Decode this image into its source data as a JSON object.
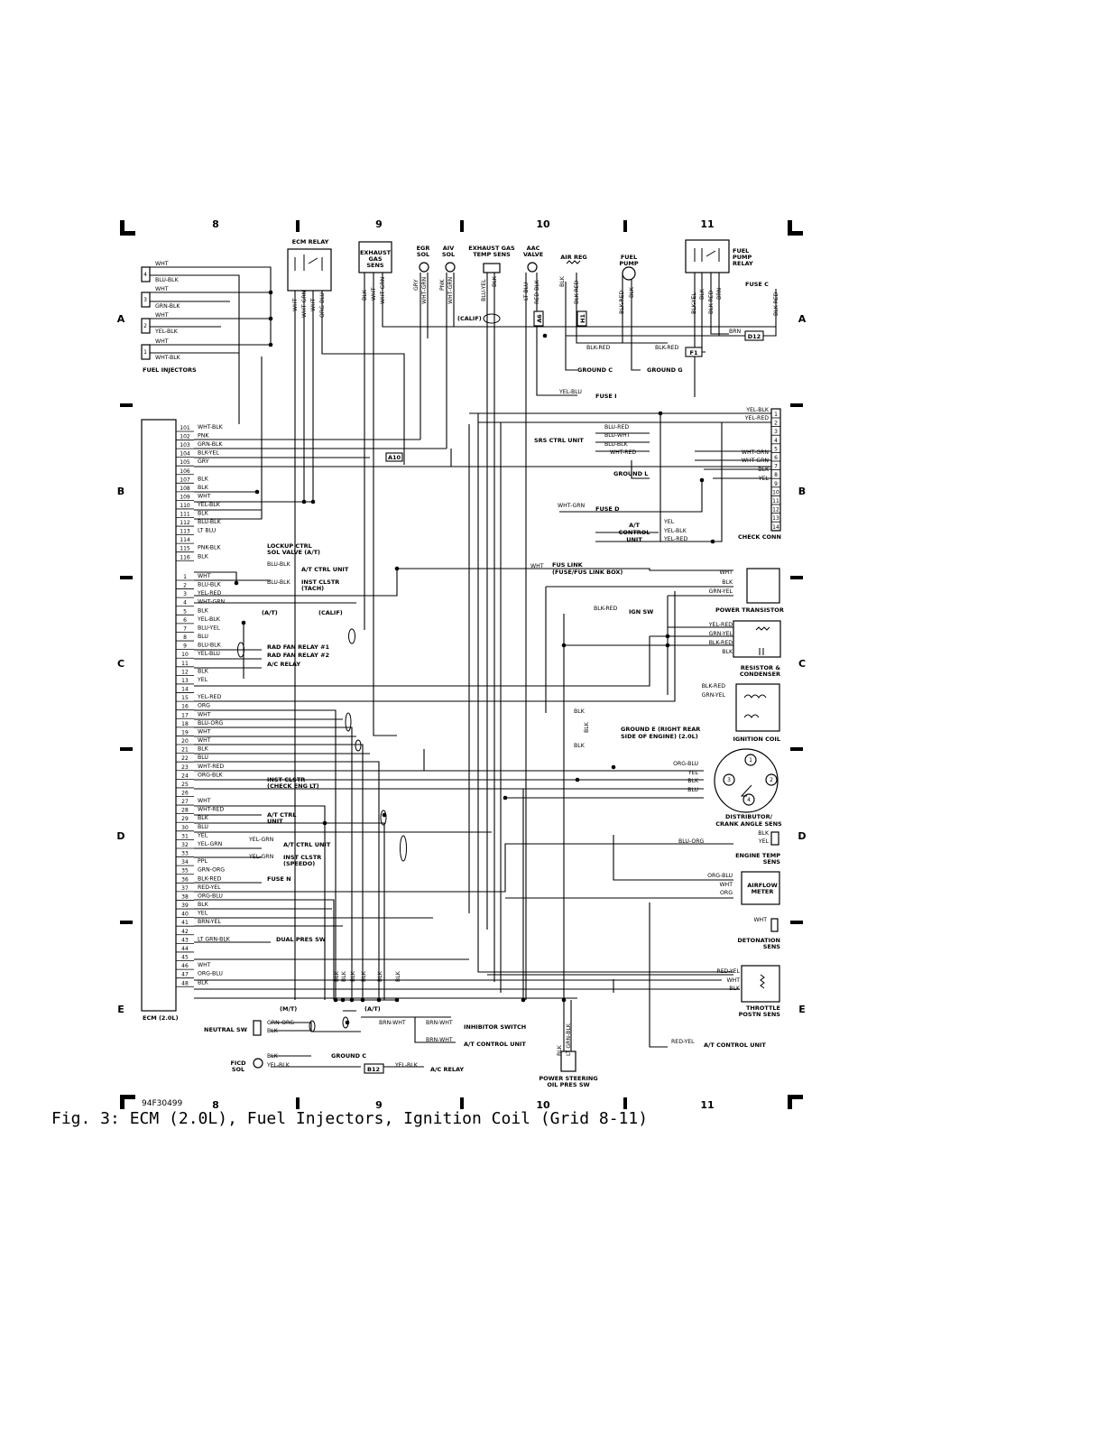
{
  "figure_id": "94F30499",
  "caption": "Fig. 3:  ECM (2.0L), Fuel Injectors, Ignition Coil (Grid 8-11)",
  "grid": {
    "columns": [
      "8",
      "9",
      "10",
      "11"
    ],
    "rows": [
      "A",
      "B",
      "C",
      "D",
      "E"
    ]
  },
  "components": {
    "ecm_relay": "ECM RELAY",
    "exhaust_gas_sens": [
      "EXHAUST",
      "GAS",
      "SENS"
    ],
    "egr_sol": [
      "EGR",
      "SOL"
    ],
    "aiv_sol": [
      "AIV",
      "SOL"
    ],
    "exhaust_temp_sens": [
      "EXHAUST GAS",
      "TEMP SENS"
    ],
    "aac_valve": [
      "AAC",
      "VALVE"
    ],
    "air_reg": "AIR REG",
    "fuel_pump": [
      "FUEL",
      "PUMP"
    ],
    "fuel_pump_relay": [
      "FUEL",
      "PUMP",
      "RELAY"
    ],
    "fuse_c": "FUSE C",
    "fuel_injectors": "FUEL INJECTORS",
    "ground_c": "GROUND C",
    "ground_g": "GROUND G",
    "fuse_i": "FUSE I",
    "srs_ctrl_unit": "SRS CTRL UNIT",
    "ground_l": "GROUND L",
    "fuse_d": "FUSE D",
    "at_control_unit": [
      "A/T",
      "CONTROL",
      "UNIT"
    ],
    "check_conn": "CHECK CONN",
    "fus_link": [
      "FUS LINK",
      "(FUSE/FUS LINK BOX)"
    ],
    "power_transistor": "POWER TRANSISTOR",
    "ign_sw": "IGN SW",
    "resistor_condenser": [
      "RESISTOR &",
      "CONDENSER"
    ],
    "ignition_coil": "IGNITION COIL",
    "ground_e": [
      "GROUND E (RIGHT REAR",
      "SIDE OF ENGINE) (2.0L)"
    ],
    "distributor": [
      "DISTRIBUTOR/",
      "CRANK ANGLE SENS"
    ],
    "engine_temp_sens": [
      "ENGINE TEMP",
      "SENS"
    ],
    "airflow_meter": [
      "AIRFLOW",
      "METER"
    ],
    "detonation_sens": [
      "DETONATION",
      "SENS"
    ],
    "throttle_postn_sens": [
      "THROTTLE",
      "POSTN SENS"
    ],
    "ecm": "ECM (2.0L)",
    "neutral_sw": "NEUTRAL SW",
    "ficd_sol": [
      "FICD",
      "SOL"
    ],
    "inhibitor_switch": "INHIBITOR SWITCH",
    "at_control_unit_e": "A/T CONTROL UNIT",
    "at_relay": "A/C RELAY",
    "power_steering": [
      "POWER STEERING",
      "OIL PRES SW"
    ],
    "lockup": [
      "LOCKUP CTRL",
      "SOL VALVE (A/T)"
    ],
    "at_ctrl_unit_1": "A/T CTRL UNIT",
    "inst_clstr_tach": [
      "INST CLSTR",
      "(TACH)"
    ],
    "rad_fan_1": "RAD FAN RELAY #1",
    "rad_fan_2": "RAD FAN RELAY #2",
    "ac_relay": "A/C RELAY",
    "inst_clstr_check": [
      "INST CLSTR",
      "(CHECK ENG LT)"
    ],
    "at_ctrl_unit_2": [
      "A/T CTRL",
      "UNIT"
    ],
    "at_ctrl_unit_3": "A/T CTRL UNIT",
    "inst_clstr_speedo": [
      "INST CLSTR",
      "(SPEEDO)"
    ],
    "fuse_n": "FUSE N",
    "dual_pres_sw": "DUAL PRES SW",
    "at_label": "(A/T)",
    "calif_label": "(CALIF)",
    "mt_label": "(M/T)"
  },
  "connectors": {
    "a10": "A10",
    "a6": "A6",
    "h1": "H1",
    "f1": "F1",
    "d12": "D12",
    "b12": "B12"
  },
  "injector_pins": [
    "4",
    "3",
    "2",
    "1"
  ],
  "injector_wires": [
    "WHT",
    "BLU-BLK",
    "WHT",
    "GRN-BLK",
    "WHT",
    "YEL-BLK",
    "WHT",
    "WHT-BLK"
  ],
  "top_wires": {
    "ecm_relay": [
      "WHT",
      "WHT-GRN",
      "WHT",
      "ORG-BLU"
    ],
    "exhaust_gas": [
      "BLK",
      "WHT",
      "WHT-GRN"
    ],
    "egr": "GRY",
    "egr2": "WHT-GRN",
    "aiv": "PNK",
    "aiv2": "WHT-GRN",
    "temp_sens": [
      "BLU-YEL",
      "BLK"
    ],
    "aac": [
      "LT BLU",
      "RED-BLK"
    ],
    "air_reg": [
      "BLK",
      "BLK-RED"
    ],
    "fuel_pump": [
      "BLK-RED",
      "BLK"
    ],
    "fp_relay": [
      "BLK-YEL",
      "BLK",
      "BLK-RED",
      "BRN"
    ],
    "fuse_c_wire": "BLK-RED",
    "brn": "BRN",
    "blk_red_1": "BLK-RED",
    "blk_red_2": "BLK-RED",
    "yel_blu": "YEL-BLU"
  },
  "ecm_pins_b": [
    {
      "n": "101",
      "w": "WHT-BLK"
    },
    {
      "n": "102",
      "w": "PNK"
    },
    {
      "n": "103",
      "w": "GRN-BLK"
    },
    {
      "n": "104",
      "w": "BLK-YEL"
    },
    {
      "n": "105",
      "w": "GRY"
    },
    {
      "n": "106",
      "w": ""
    },
    {
      "n": "107",
      "w": "BLK"
    },
    {
      "n": "108",
      "w": "BLK"
    },
    {
      "n": "109",
      "w": "WHT"
    },
    {
      "n": "110",
      "w": "YEL-BLK"
    },
    {
      "n": "111",
      "w": "BLK"
    },
    {
      "n": "112",
      "w": "BLU-BLK"
    },
    {
      "n": "113",
      "w": "LT BLU"
    },
    {
      "n": "114",
      "w": ""
    },
    {
      "n": "115",
      "w": "PNK-BLK"
    },
    {
      "n": "116",
      "w": "BLK"
    }
  ],
  "ecm_pins": [
    {
      "n": "1",
      "w": "WHT"
    },
    {
      "n": "2",
      "w": "BLU-BLK"
    },
    {
      "n": "3",
      "w": "YEL-RED"
    },
    {
      "n": "4",
      "w": "WHT-GRN"
    },
    {
      "n": "5",
      "w": "BLK"
    },
    {
      "n": "6",
      "w": "YEL-BLK"
    },
    {
      "n": "7",
      "w": "BLU-YEL"
    },
    {
      "n": "8",
      "w": "BLU"
    },
    {
      "n": "9",
      "w": "BLU-BLK"
    },
    {
      "n": "10",
      "w": "YEL-BLU"
    },
    {
      "n": "11",
      "w": ""
    },
    {
      "n": "12",
      "w": "BLK"
    },
    {
      "n": "13",
      "w": "YEL"
    },
    {
      "n": "14",
      "w": ""
    },
    {
      "n": "15",
      "w": "YEL-RED"
    },
    {
      "n": "16",
      "w": "ORG"
    },
    {
      "n": "17",
      "w": "WHT"
    },
    {
      "n": "18",
      "w": "BLU-ORG"
    },
    {
      "n": "19",
      "w": "WHT"
    },
    {
      "n": "20",
      "w": "WHT"
    },
    {
      "n": "21",
      "w": "BLK"
    },
    {
      "n": "22",
      "w": "BLU"
    },
    {
      "n": "23",
      "w": "WHT-RED"
    },
    {
      "n": "24",
      "w": "ORG-BLK"
    },
    {
      "n": "25",
      "w": ""
    },
    {
      "n": "26",
      "w": ""
    },
    {
      "n": "27",
      "w": "WHT"
    },
    {
      "n": "28",
      "w": "WHT-RED"
    },
    {
      "n": "29",
      "w": "BLK"
    },
    {
      "n": "30",
      "w": "BLU"
    },
    {
      "n": "31",
      "w": "YEL"
    },
    {
      "n": "32",
      "w": "YEL-GRN"
    },
    {
      "n": "33",
      "w": ""
    },
    {
      "n": "34",
      "w": "PPL"
    },
    {
      "n": "35",
      "w": "GRN-ORG"
    },
    {
      "n": "36",
      "w": "BLK-RED"
    },
    {
      "n": "37",
      "w": "RED-YEL"
    },
    {
      "n": "38",
      "w": "ORG-BLU"
    },
    {
      "n": "39",
      "w": "BLK"
    },
    {
      "n": "40",
      "w": "YEL"
    },
    {
      "n": "41",
      "w": "BRN-YEL"
    },
    {
      "n": "42",
      "w": ""
    },
    {
      "n": "43",
      "w": "LT GRN-BLK"
    },
    {
      "n": "44",
      "w": ""
    },
    {
      "n": "45",
      "w": ""
    },
    {
      "n": "46",
      "w": "WHT"
    },
    {
      "n": "47",
      "w": "ORG-BLU"
    },
    {
      "n": "48",
      "w": "BLK"
    }
  ],
  "check_conn_pins": [
    "1",
    "2",
    "3",
    "4",
    "5",
    "6",
    "7",
    "8",
    "9",
    "10",
    "11",
    "12",
    "13",
    "14"
  ],
  "check_conn_wires": [
    {
      "pin": "1",
      "w": "YEL-BLK"
    },
    {
      "pin": "2",
      "w": "YEL-RED"
    },
    {
      "pin": "5",
      "w": "WHT-GRN"
    },
    {
      "pin": "6",
      "w": "WHT-GRN"
    },
    {
      "pin": "7",
      "w": "BLK"
    },
    {
      "pin": "8",
      "w": "YEL"
    }
  ],
  "srs_wires": [
    "BLU-RED",
    "BLU-WHT",
    "BLU-BLK",
    "WHT-RED"
  ],
  "at_unit_wires": [
    "YEL",
    "YEL-BLK",
    "YEL-RED"
  ],
  "misc_wires": {
    "wht_grn_fuse_d": "WHT-GRN",
    "wht_fus": "WHT",
    "pt": [
      "WHT",
      "BLK",
      "GRN-YEL"
    ],
    "ign_sw_wire": "BLK-RED",
    "rc": [
      "YEL-RED",
      "GRN-YEL",
      "BLK-RED",
      "BLK"
    ],
    "coil": [
      "BLK-RED",
      "GRN-YEL"
    ],
    "ground_e": [
      "BLK",
      "BLK",
      "BLK"
    ],
    "dist": [
      "ORG-BLU",
      "YEL",
      "BLK",
      "BLU"
    ],
    "dist_pins": [
      "1",
      "2",
      "3",
      "4"
    ],
    "etemp": [
      "BLK",
      "BLU-ORG",
      "YEL"
    ],
    "afm": [
      "ORG-BLU",
      "WHT",
      "ORG"
    ],
    "det": "WHT",
    "tps": [
      "RED-YEL",
      "WHT",
      "BLK"
    ],
    "red_yel_e": "RED-YEL",
    "blu_blk_1": "BLU-BLK",
    "blu_blk_2": "BLU-BLK",
    "yel_grn_1": "YEL-GRN",
    "yel_grn_2": "YEL-GRN",
    "bottom_blk": [
      "BLK",
      "BLK",
      "BLK",
      "BLK",
      "BLK",
      "BLK"
    ],
    "neutral": [
      "GRN-ORG",
      "BLK"
    ],
    "brn_wht_1": "BRN-WHT",
    "brn_wht_2": "BRN-WHT",
    "brn_wht_3": "BRN-WHT",
    "ficd": [
      "BLK",
      "YEL-BLK"
    ],
    "yel_blk_b12": "YEL-BLK",
    "ps": [
      "BLK",
      "LT GRN-BLK"
    ]
  }
}
